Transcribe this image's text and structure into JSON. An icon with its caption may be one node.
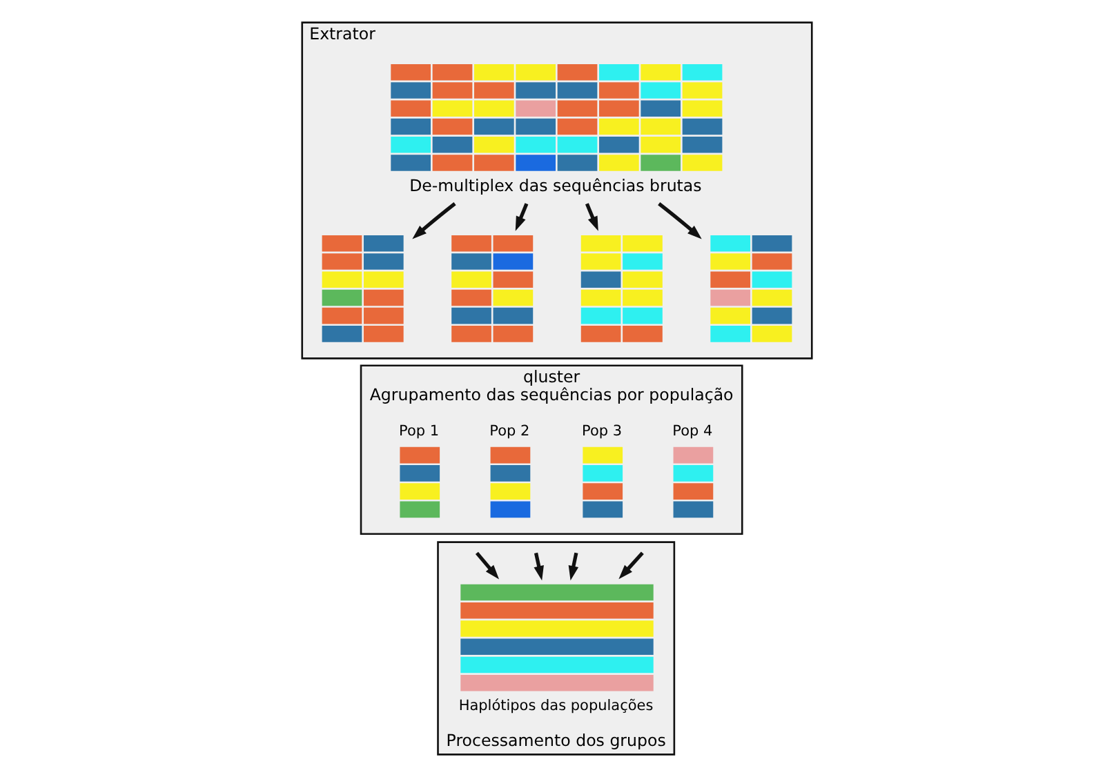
{
  "diagram": {
    "nodes": [
      {
        "text": [
          "Extrator"
        ]
      },
      {
        "text": [],
        "shape": "picture",
        "in": 0,
        "beside": [
          "De-multiplex das sequências brutas"
        ]
      },
      {
        "text": [],
        "shape": "picture",
        "in": 0
      },
      {
        "text": [],
        "shape": "picture",
        "in": 0
      },
      {
        "text": [],
        "shape": "picture",
        "in": 0
      },
      {
        "text": [],
        "shape": "picture",
        "in": 0
      },
      {
        "text": [
          "qluster",
          "Agrupamento das sequências por população"
        ]
      },
      {
        "text": [
          "Pop 1"
        ],
        "in": 6
      },
      {
        "text": [
          "Pop 2"
        ],
        "in": 6
      },
      {
        "text": [
          "Pop 3"
        ],
        "in": 6
      },
      {
        "text": [
          "Pop 4"
        ],
        "in": 6
      },
      {
        "text": [
          "Processamento dos grupos"
        ]
      },
      {
        "text": [
          "Haplótipos das populações"
        ],
        "in": 11
      }
    ],
    "edges": [
      {
        "from": 1,
        "to": 2,
        "arrow": "to"
      },
      {
        "from": 1,
        "to": 3,
        "arrow": "to"
      },
      {
        "from": 1,
        "to": 4,
        "arrow": "to"
      },
      {
        "from": 1,
        "to": 5,
        "arrow": "to"
      },
      {
        "from": null,
        "to": 12,
        "arrow": "to"
      },
      {
        "from": null,
        "to": 12,
        "arrow": "to"
      },
      {
        "from": null,
        "to": 12,
        "arrow": "to"
      },
      {
        "from": null,
        "to": 12,
        "arrow": "to"
      }
    ]
  }
}
